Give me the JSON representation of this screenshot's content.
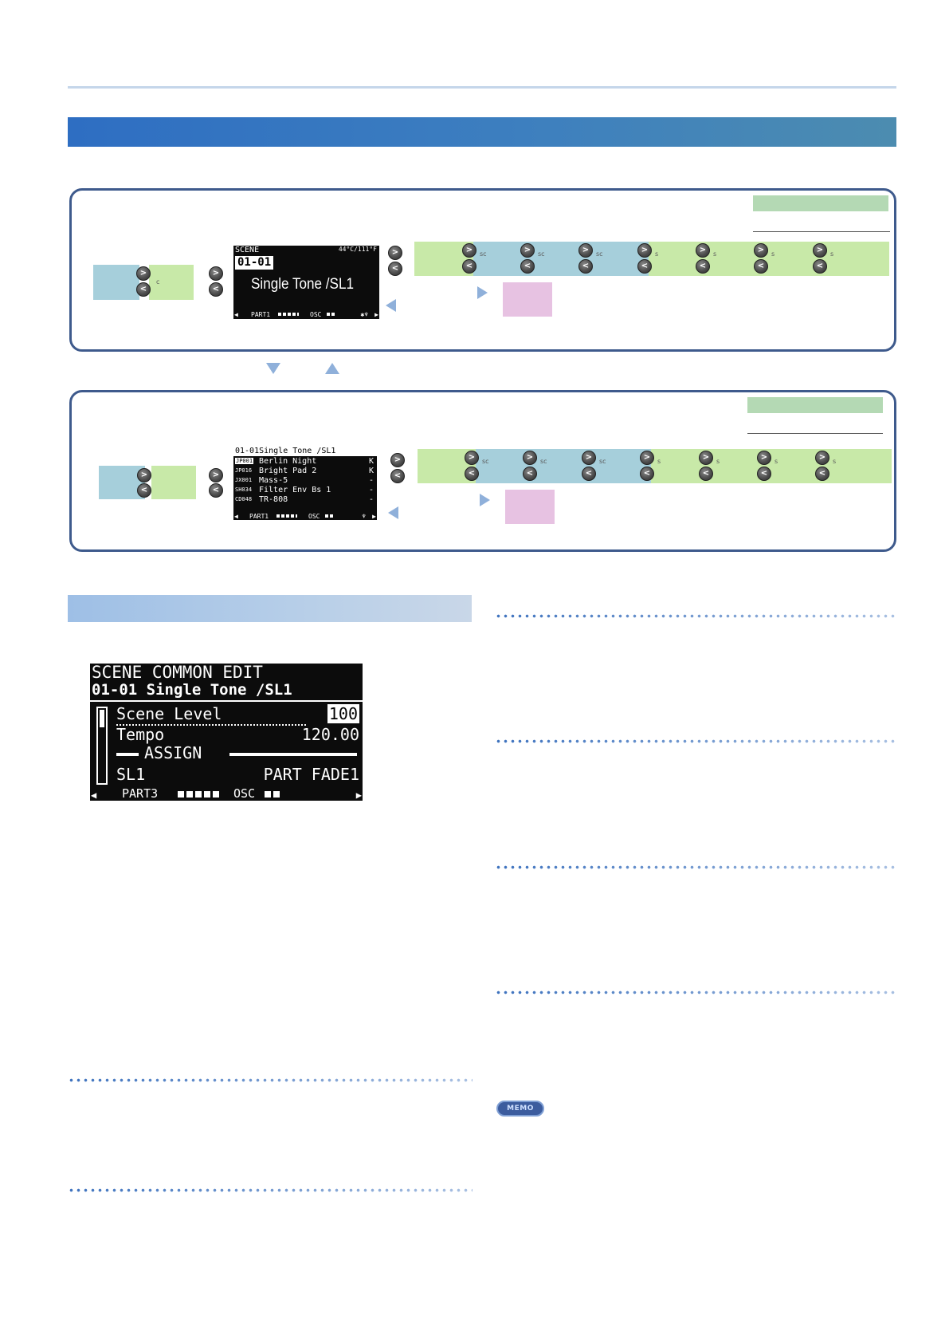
{
  "panel1": {
    "prefix_c": "c",
    "sequence_prefixes": [
      "sc",
      "sc",
      "sc",
      "s",
      "s",
      "s",
      "s"
    ],
    "lcd": {
      "header_left": "SCENE",
      "header_right": "44°C/111°F",
      "scene_number": "01-01",
      "scene_name": "Single Tone /SL1",
      "footer_part": "PART1",
      "footer_osc": "OSC"
    }
  },
  "panel2": {
    "sequence_prefixes": [
      "sc",
      "sc",
      "sc",
      "s",
      "s",
      "s",
      "s"
    ],
    "lcd": {
      "header": "01-01Single Tone /SL1",
      "rows": [
        {
          "code": "JP001",
          "name": "Berlin Night",
          "flag": "K"
        },
        {
          "code": "JP016",
          "name": "Bright Pad 2",
          "flag": "K"
        },
        {
          "code": "JX001",
          "name": "Mass-5",
          "flag": "-"
        },
        {
          "code": "SH034",
          "name": "Filter Env Bs 1",
          "flag": "-"
        },
        {
          "code": "CD048",
          "name": "TR-808",
          "flag": "-"
        }
      ],
      "footer_part": "PART1",
      "footer_osc": "OSC"
    }
  },
  "edit_lcd": {
    "title": "SCENE COMMON EDIT",
    "scene": "01-01 Single Tone /SL1",
    "param1_label": "Scene Level",
    "param1_value": "100",
    "param2_label": "Tempo",
    "param2_value": "120.00",
    "section": "ASSIGN",
    "row_left": "SL1",
    "row_right": "PART FADE1",
    "footer_part": "PART3",
    "footer_osc": "OSC"
  },
  "memo_label": "MEMO",
  "colors": {
    "blue_block": "#a6cfdb",
    "green_block": "#c8e9a8",
    "pink_block": "#e7c2e2",
    "panel_border": "#3e5a8c",
    "header_bar": "#2e6ec2"
  },
  "icons": [
    "button-right-icon",
    "button-left-icon",
    "triangle-left-icon",
    "triangle-right-icon",
    "triangle-down-icon",
    "triangle-up-icon"
  ]
}
